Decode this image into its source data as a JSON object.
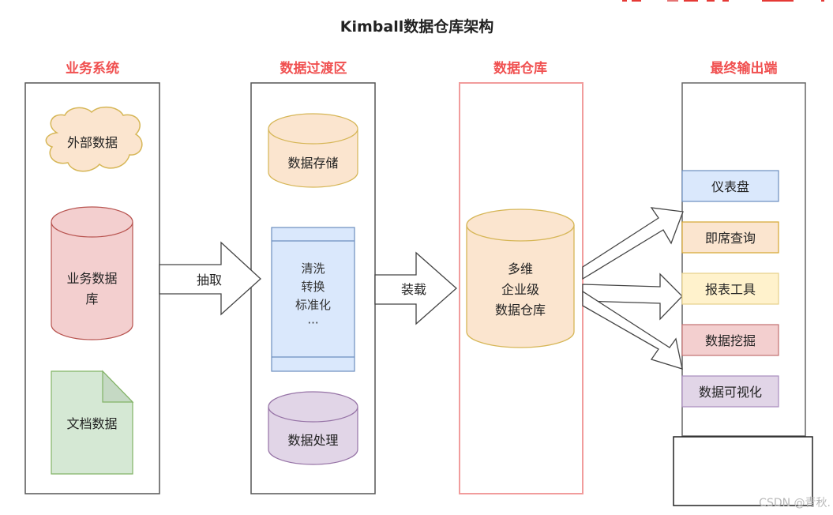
{
  "title": "Kimball数据仓库架构",
  "top_right_clipped_text_color": "#e53935",
  "watermark": "CSDN @青秋.",
  "colors": {
    "header_red": "#f05050",
    "border_gray": "#555555",
    "warehouse_border": "#f19c9c",
    "orange_fill": "#fbe5cf",
    "orange_stroke": "#d6b656",
    "red_fill": "#f3cfcf",
    "red_stroke": "#b85450",
    "green_fill": "#d5e8d4",
    "green_stroke": "#82b366",
    "blue_fill": "#dae8fc",
    "blue_stroke": "#6c8ebf",
    "yellow_fill": "#fff2cc",
    "yellow_stroke": "#d6b656",
    "purple_fill": "#e1d5e7",
    "purple_stroke": "#9673a6"
  },
  "columns": [
    {
      "header": "业务系统",
      "items": [
        {
          "shape": "cloud",
          "label": "外部数据"
        },
        {
          "shape": "cylinder",
          "label_lines": [
            "业务数据",
            "库"
          ]
        },
        {
          "shape": "document",
          "label": "文档数据"
        }
      ]
    },
    {
      "header": "数据过渡区",
      "items": [
        {
          "shape": "cylinder",
          "label": "数据存储"
        },
        {
          "shape": "process",
          "label_lines": [
            "清洗",
            "转换",
            "标准化",
            "···"
          ]
        },
        {
          "shape": "cylinder",
          "label": "数据处理"
        }
      ]
    },
    {
      "header": "数据仓库",
      "items": [
        {
          "shape": "cylinder",
          "label_lines": [
            "多维",
            "企业级",
            "数据仓库"
          ]
        }
      ]
    },
    {
      "header": "最终输出端",
      "items": [
        {
          "shape": "rect",
          "label": "仪表盘",
          "color": "blue"
        },
        {
          "shape": "rect",
          "label": "即席查询",
          "color": "orange"
        },
        {
          "shape": "rect",
          "label": "报表工具",
          "color": "yellow"
        },
        {
          "shape": "rect",
          "label": "数据挖掘",
          "color": "red"
        },
        {
          "shape": "rect",
          "label": "数据可视化",
          "color": "purple"
        }
      ]
    }
  ],
  "arrows": [
    {
      "label": "抽取",
      "from": "业务系统",
      "to": "数据过渡区"
    },
    {
      "label": "装载",
      "from": "数据过渡区",
      "to": "数据仓库"
    }
  ]
}
